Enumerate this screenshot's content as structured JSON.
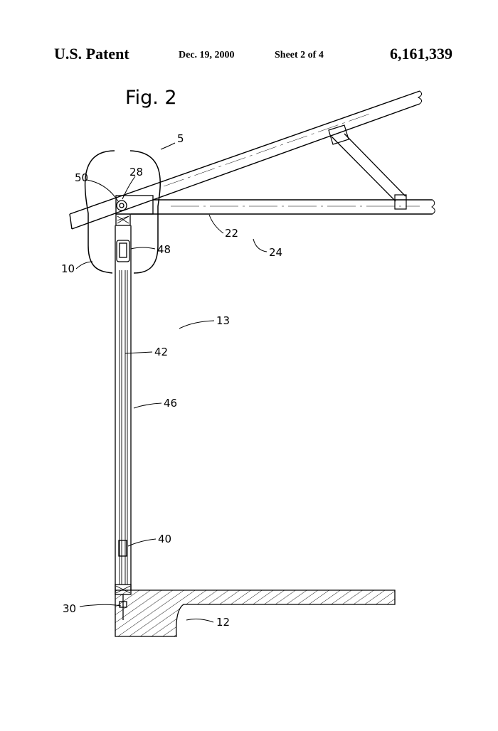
{
  "header": {
    "left": "U.S. Patent",
    "date": "Dec. 19, 2000",
    "sheet": "Sheet 2 of 4",
    "patent_number": "6,161,339"
  },
  "figure": {
    "title": "Fig. 2",
    "labels": {
      "l5": "5",
      "l50": "50",
      "l28": "28",
      "l22": "22",
      "l24": "24",
      "l48": "48",
      "l10": "10",
      "l13": "13",
      "l42": "42",
      "l46": "46",
      "l40": "40",
      "l30": "30",
      "l12": "12"
    }
  }
}
